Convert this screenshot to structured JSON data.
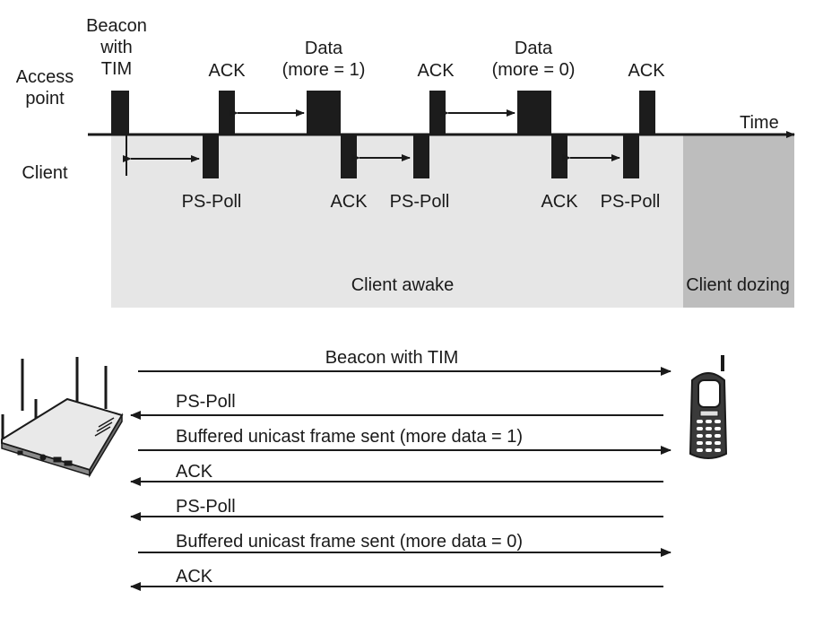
{
  "timeline": {
    "row_labels": {
      "access_point": [
        "Access",
        "point"
      ],
      "client": "Client"
    },
    "axis_label": "Time",
    "ap_frames": [
      {
        "label_lines": [
          "Beacon",
          "with",
          "TIM"
        ]
      },
      {
        "label_lines": [
          "ACK"
        ]
      },
      {
        "label_lines": [
          "Data",
          "(more = 1)"
        ]
      },
      {
        "label_lines": [
          "ACK"
        ]
      },
      {
        "label_lines": [
          "Data",
          "(more = 0)"
        ]
      },
      {
        "label_lines": [
          "ACK"
        ]
      }
    ],
    "client_frames": [
      {
        "label": "PS-Poll"
      },
      {
        "label": "ACK"
      },
      {
        "label": "PS-Poll"
      },
      {
        "label": "ACK"
      },
      {
        "label": "PS-Poll"
      }
    ],
    "regions": {
      "awake": "Client awake",
      "dozing": "Client dozing"
    },
    "colors": {
      "awake": "#e6e6e6",
      "dozing": "#bdbdbd",
      "frame": "#1c1c1c"
    }
  },
  "exchange": {
    "left_device": "access-point-icon",
    "right_device": "mobile-phone-icon",
    "messages": [
      {
        "text": "Beacon with TIM",
        "direction": "to-client"
      },
      {
        "text": "PS-Poll",
        "direction": "to-ap"
      },
      {
        "text": "Buffered unicast frame sent (more data = 1)",
        "direction": "to-client"
      },
      {
        "text": "ACK",
        "direction": "to-ap"
      },
      {
        "text": "PS-Poll",
        "direction": "to-ap"
      },
      {
        "text": "Buffered unicast frame sent (more data = 0)",
        "direction": "to-client"
      },
      {
        "text": "ACK",
        "direction": "to-ap"
      }
    ]
  }
}
